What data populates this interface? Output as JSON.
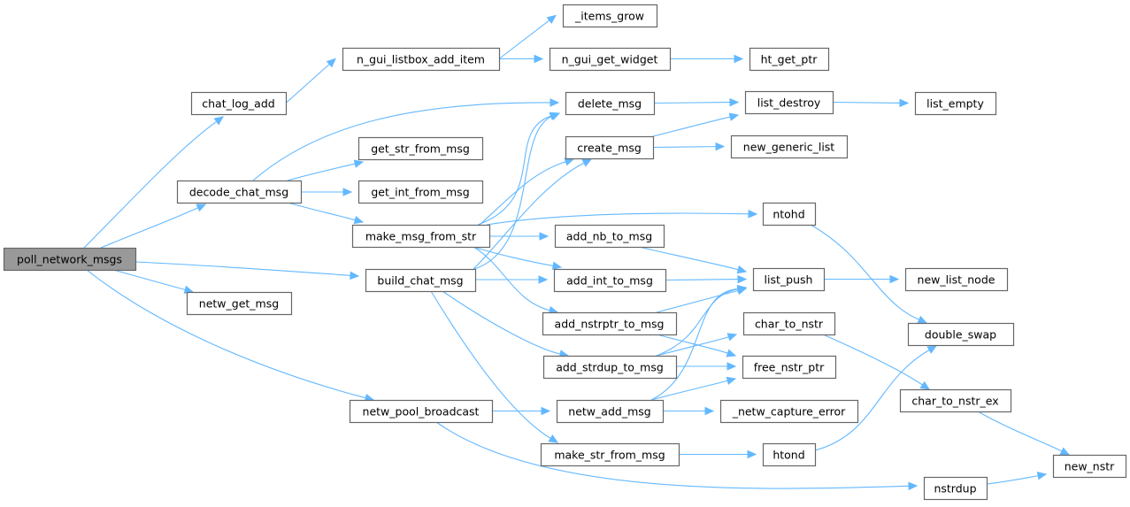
{
  "diagram": {
    "type": "call-graph",
    "root": "poll_network_msgs",
    "colors": {
      "edge": "#63b8ff",
      "node_border": "#666666",
      "root_fill": "#999999",
      "node_fill": "#ffffff"
    },
    "nodes": [
      {
        "id": "poll_network_msgs",
        "label": "poll_network_msgs"
      },
      {
        "id": "chat_log_add",
        "label": "chat_log_add"
      },
      {
        "id": "decode_chat_msg",
        "label": "decode_chat_msg"
      },
      {
        "id": "netw_get_msg",
        "label": "netw_get_msg"
      },
      {
        "id": "n_gui_listbox_add_item",
        "label": "n_gui_listbox_add_item"
      },
      {
        "id": "get_str_from_msg",
        "label": "get_str_from_msg"
      },
      {
        "id": "get_int_from_msg",
        "label": "get_int_from_msg"
      },
      {
        "id": "make_msg_from_str",
        "label": "make_msg_from_str"
      },
      {
        "id": "build_chat_msg",
        "label": "build_chat_msg"
      },
      {
        "id": "netw_pool_broadcast",
        "label": "netw_pool_broadcast"
      },
      {
        "id": "_items_grow",
        "label": "_items_grow"
      },
      {
        "id": "n_gui_get_widget",
        "label": "n_gui_get_widget"
      },
      {
        "id": "delete_msg",
        "label": "delete_msg"
      },
      {
        "id": "create_msg",
        "label": "create_msg"
      },
      {
        "id": "add_nb_to_msg",
        "label": "add_nb_to_msg"
      },
      {
        "id": "add_int_to_msg",
        "label": "add_int_to_msg"
      },
      {
        "id": "add_nstrptr_to_msg",
        "label": "add_nstrptr_to_msg"
      },
      {
        "id": "add_strdup_to_msg",
        "label": "add_strdup_to_msg"
      },
      {
        "id": "netw_add_msg",
        "label": "netw_add_msg"
      },
      {
        "id": "make_str_from_msg",
        "label": "make_str_from_msg"
      },
      {
        "id": "ht_get_ptr",
        "label": "ht_get_ptr"
      },
      {
        "id": "list_destroy",
        "label": "list_destroy"
      },
      {
        "id": "new_generic_list",
        "label": "new_generic_list"
      },
      {
        "id": "ntohd",
        "label": "ntohd"
      },
      {
        "id": "list_push",
        "label": "list_push"
      },
      {
        "id": "char_to_nstr",
        "label": "char_to_nstr"
      },
      {
        "id": "free_nstr_ptr",
        "label": "free_nstr_ptr"
      },
      {
        "id": "_netw_capture_error",
        "label": "_netw_capture_error"
      },
      {
        "id": "htond",
        "label": "htond"
      },
      {
        "id": "nstrdup",
        "label": "nstrdup"
      },
      {
        "id": "list_empty",
        "label": "list_empty"
      },
      {
        "id": "new_list_node",
        "label": "new_list_node"
      },
      {
        "id": "double_swap",
        "label": "double_swap"
      },
      {
        "id": "char_to_nstr_ex",
        "label": "char_to_nstr_ex"
      },
      {
        "id": "new_nstr",
        "label": "new_nstr"
      }
    ],
    "edges": [
      {
        "from": "poll_network_msgs",
        "to": "chat_log_add"
      },
      {
        "from": "poll_network_msgs",
        "to": "decode_chat_msg"
      },
      {
        "from": "poll_network_msgs",
        "to": "build_chat_msg"
      },
      {
        "from": "poll_network_msgs",
        "to": "netw_get_msg"
      },
      {
        "from": "poll_network_msgs",
        "to": "netw_pool_broadcast"
      },
      {
        "from": "chat_log_add",
        "to": "n_gui_listbox_add_item"
      },
      {
        "from": "n_gui_listbox_add_item",
        "to": "_items_grow"
      },
      {
        "from": "n_gui_listbox_add_item",
        "to": "n_gui_get_widget"
      },
      {
        "from": "n_gui_get_widget",
        "to": "ht_get_ptr"
      },
      {
        "from": "decode_chat_msg",
        "to": "delete_msg"
      },
      {
        "from": "decode_chat_msg",
        "to": "get_str_from_msg"
      },
      {
        "from": "decode_chat_msg",
        "to": "get_int_from_msg"
      },
      {
        "from": "decode_chat_msg",
        "to": "make_msg_from_str"
      },
      {
        "from": "make_msg_from_str",
        "to": "delete_msg"
      },
      {
        "from": "make_msg_from_str",
        "to": "create_msg"
      },
      {
        "from": "make_msg_from_str",
        "to": "ntohd"
      },
      {
        "from": "make_msg_from_str",
        "to": "add_nb_to_msg"
      },
      {
        "from": "make_msg_from_str",
        "to": "add_int_to_msg"
      },
      {
        "from": "make_msg_from_str",
        "to": "add_nstrptr_to_msg"
      },
      {
        "from": "build_chat_msg",
        "to": "delete_msg"
      },
      {
        "from": "build_chat_msg",
        "to": "create_msg"
      },
      {
        "from": "build_chat_msg",
        "to": "add_int_to_msg"
      },
      {
        "from": "build_chat_msg",
        "to": "add_strdup_to_msg"
      },
      {
        "from": "build_chat_msg",
        "to": "make_str_from_msg"
      },
      {
        "from": "netw_pool_broadcast",
        "to": "netw_add_msg"
      },
      {
        "from": "netw_pool_broadcast",
        "to": "nstrdup"
      },
      {
        "from": "delete_msg",
        "to": "list_destroy"
      },
      {
        "from": "create_msg",
        "to": "list_destroy"
      },
      {
        "from": "create_msg",
        "to": "new_generic_list"
      },
      {
        "from": "list_destroy",
        "to": "list_empty"
      },
      {
        "from": "add_nb_to_msg",
        "to": "list_push"
      },
      {
        "from": "add_int_to_msg",
        "to": "list_push"
      },
      {
        "from": "add_nstrptr_to_msg",
        "to": "list_push"
      },
      {
        "from": "add_nstrptr_to_msg",
        "to": "free_nstr_ptr"
      },
      {
        "from": "add_strdup_to_msg",
        "to": "list_push"
      },
      {
        "from": "add_strdup_to_msg",
        "to": "char_to_nstr"
      },
      {
        "from": "add_strdup_to_msg",
        "to": "free_nstr_ptr"
      },
      {
        "from": "netw_add_msg",
        "to": "list_push"
      },
      {
        "from": "netw_add_msg",
        "to": "free_nstr_ptr"
      },
      {
        "from": "netw_add_msg",
        "to": "_netw_capture_error"
      },
      {
        "from": "make_str_from_msg",
        "to": "htond"
      },
      {
        "from": "list_push",
        "to": "new_list_node"
      },
      {
        "from": "ntohd",
        "to": "double_swap"
      },
      {
        "from": "htond",
        "to": "double_swap"
      },
      {
        "from": "char_to_nstr",
        "to": "char_to_nstr_ex"
      },
      {
        "from": "char_to_nstr_ex",
        "to": "new_nstr"
      },
      {
        "from": "nstrdup",
        "to": "new_nstr"
      }
    ]
  }
}
